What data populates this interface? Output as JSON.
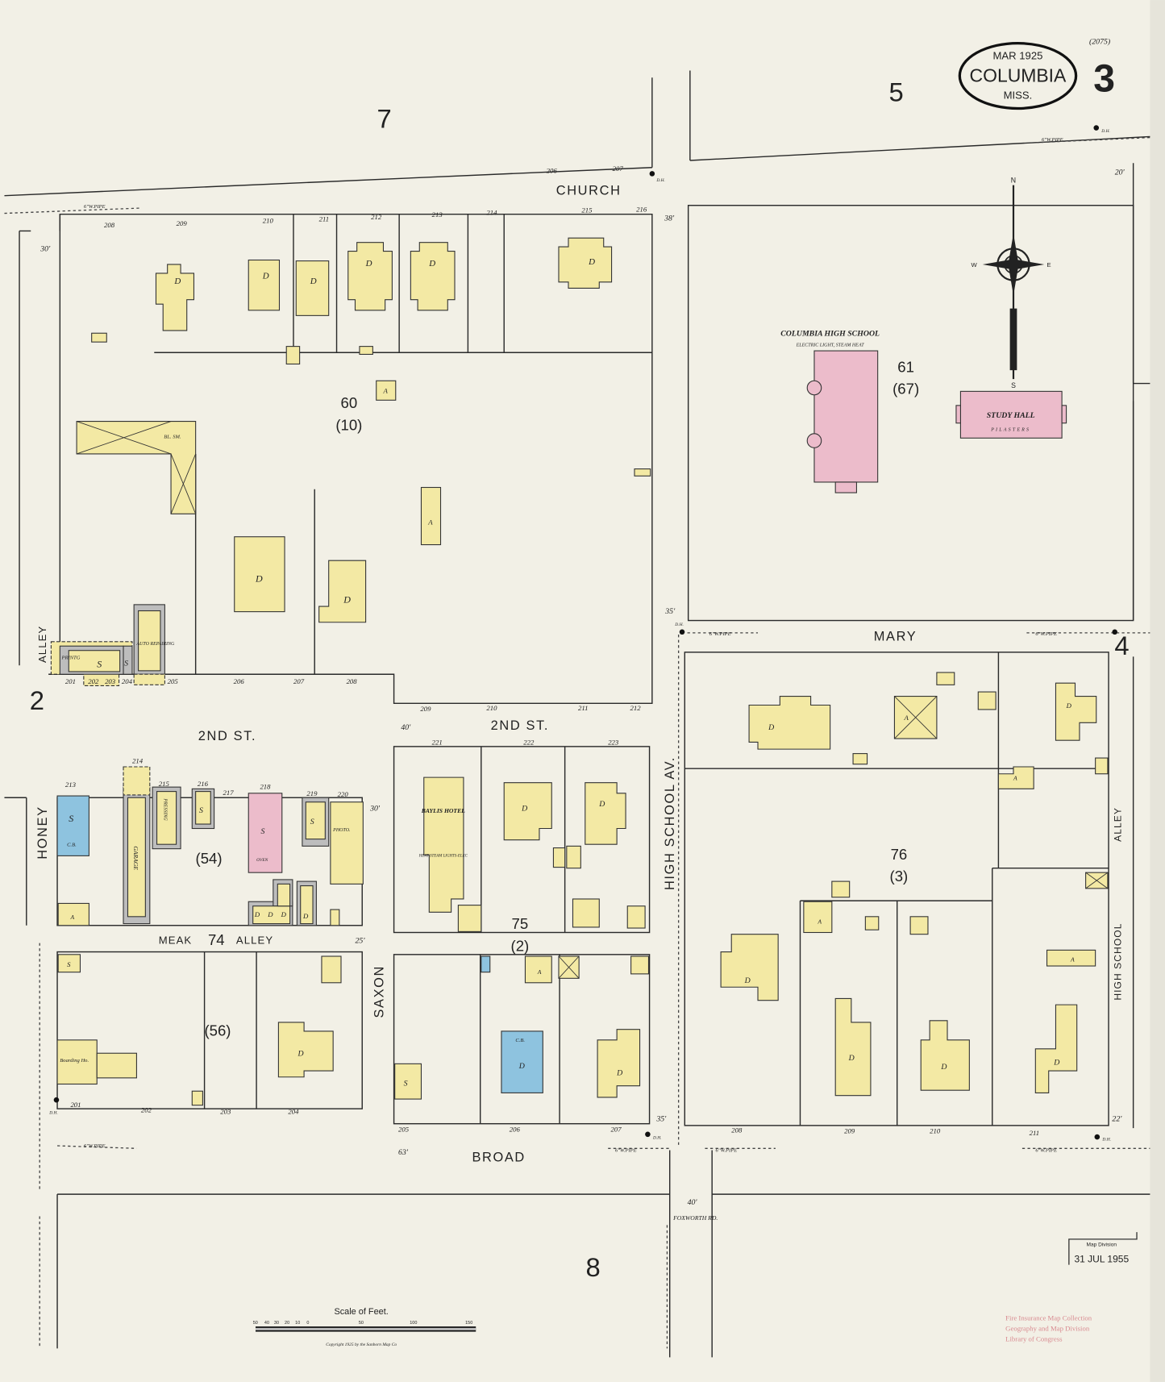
{
  "title_block": {
    "date": "MAR 1925",
    "city": "COLUMBIA",
    "state": "MISS.",
    "sheet_number": "3",
    "sheet_ref": "(2075)"
  },
  "adjacent_sheets": {
    "north_west": "7",
    "north_east": "5",
    "west": "2",
    "east": "4",
    "south": "8"
  },
  "streets": {
    "church": "CHURCH",
    "mary": "MARY",
    "second_left": "2ND ST.",
    "second_right": "2ND ST.",
    "high_school_av": "HIGH SCHOOL AV.",
    "high_school_right": "HIGH SCHOOL",
    "saxon": "SAXON",
    "honey": "HONEY",
    "alley_left": "ALLEY",
    "alley_right": "ALLEY",
    "meak_alley_a": "MEAK",
    "meak_alley_b": "ALLEY",
    "broad": "BROAD",
    "foxworth": "FOXWORTH RD."
  },
  "blocks": {
    "b60": "60",
    "b60_old": "(10)",
    "b61": "61",
    "b61_old": "(67)",
    "b76": "76",
    "b76_old": "(3)",
    "b75": "75",
    "b75_old": "(2)",
    "b74": "74",
    "b54": "(54)",
    "b56": "(56)"
  },
  "buildings": {
    "high_school": "COLUMBIA HIGH SCHOOL",
    "high_school_note": "ELECTRIC LIGHT, STEAM HEAT",
    "study_hall": "STUDY HALL",
    "pilasters": "PILASTERS",
    "hotel": "BAYLIS HOTEL",
    "hotel_note": "HEAT-STEAM LIGHTS-ELEC",
    "garage": "GARAGE",
    "pressing": "PRESSING",
    "photo": "PHOTO.",
    "oven": "OVEN",
    "boarding": "Boarding Ho.",
    "auto_repair": "AUTO REPAIRING",
    "printing": "PRINTG",
    "concrete_block": "C.B.",
    "dwelling": "D",
    "auto": "A",
    "store": "S",
    "bl_sm": "BL. SM."
  },
  "utilities": {
    "water_pipe": "6\"W.PIPE",
    "hydrant": "D.H."
  },
  "house_numbers": {
    "church": [
      "208",
      "209",
      "210",
      "211",
      "212",
      "213",
      "214",
      "215",
      "216",
      "206",
      "207"
    ],
    "second_n": [
      "201",
      "202",
      "203",
      "204",
      "205",
      "206",
      "207",
      "208",
      "209",
      "210",
      "211",
      "212"
    ],
    "second_s": [
      "213",
      "214",
      "215",
      "216",
      "217",
      "218",
      "219",
      "220",
      "221",
      "222",
      "223"
    ],
    "meak": [
      "201",
      "202",
      "203",
      "204"
    ],
    "broad": [
      "205",
      "206",
      "207",
      "208",
      "209",
      "210",
      "211"
    ]
  },
  "widths": [
    "30'",
    "38'",
    "35'",
    "20'",
    "40'",
    "25'",
    "30'",
    "35'",
    "22'",
    "63'",
    "40'"
  ],
  "compass": {
    "n": "N",
    "s": "S",
    "e": "E",
    "w": "W"
  },
  "scale": {
    "title": "Scale of Feet.",
    "ticks": [
      "50",
      "40",
      "30",
      "20",
      "10",
      "0",
      "50",
      "100",
      "150"
    ],
    "copyright": "Copyright 1925 by the Sanborn Map Co"
  },
  "stamp": {
    "line1": "Map Division",
    "line2": "31 JUL 1955"
  },
  "collection": {
    "line1": "Fire Insurance Map Collection",
    "line2": "Geography and Map Division",
    "line3": "Library of Congress"
  },
  "colors": {
    "paper": "#f2f0e6",
    "frame": "#f3e9a4",
    "brick": "#ecbccb",
    "concrete": "#8ec3df",
    "fireproof": "#bdbdbd"
  }
}
